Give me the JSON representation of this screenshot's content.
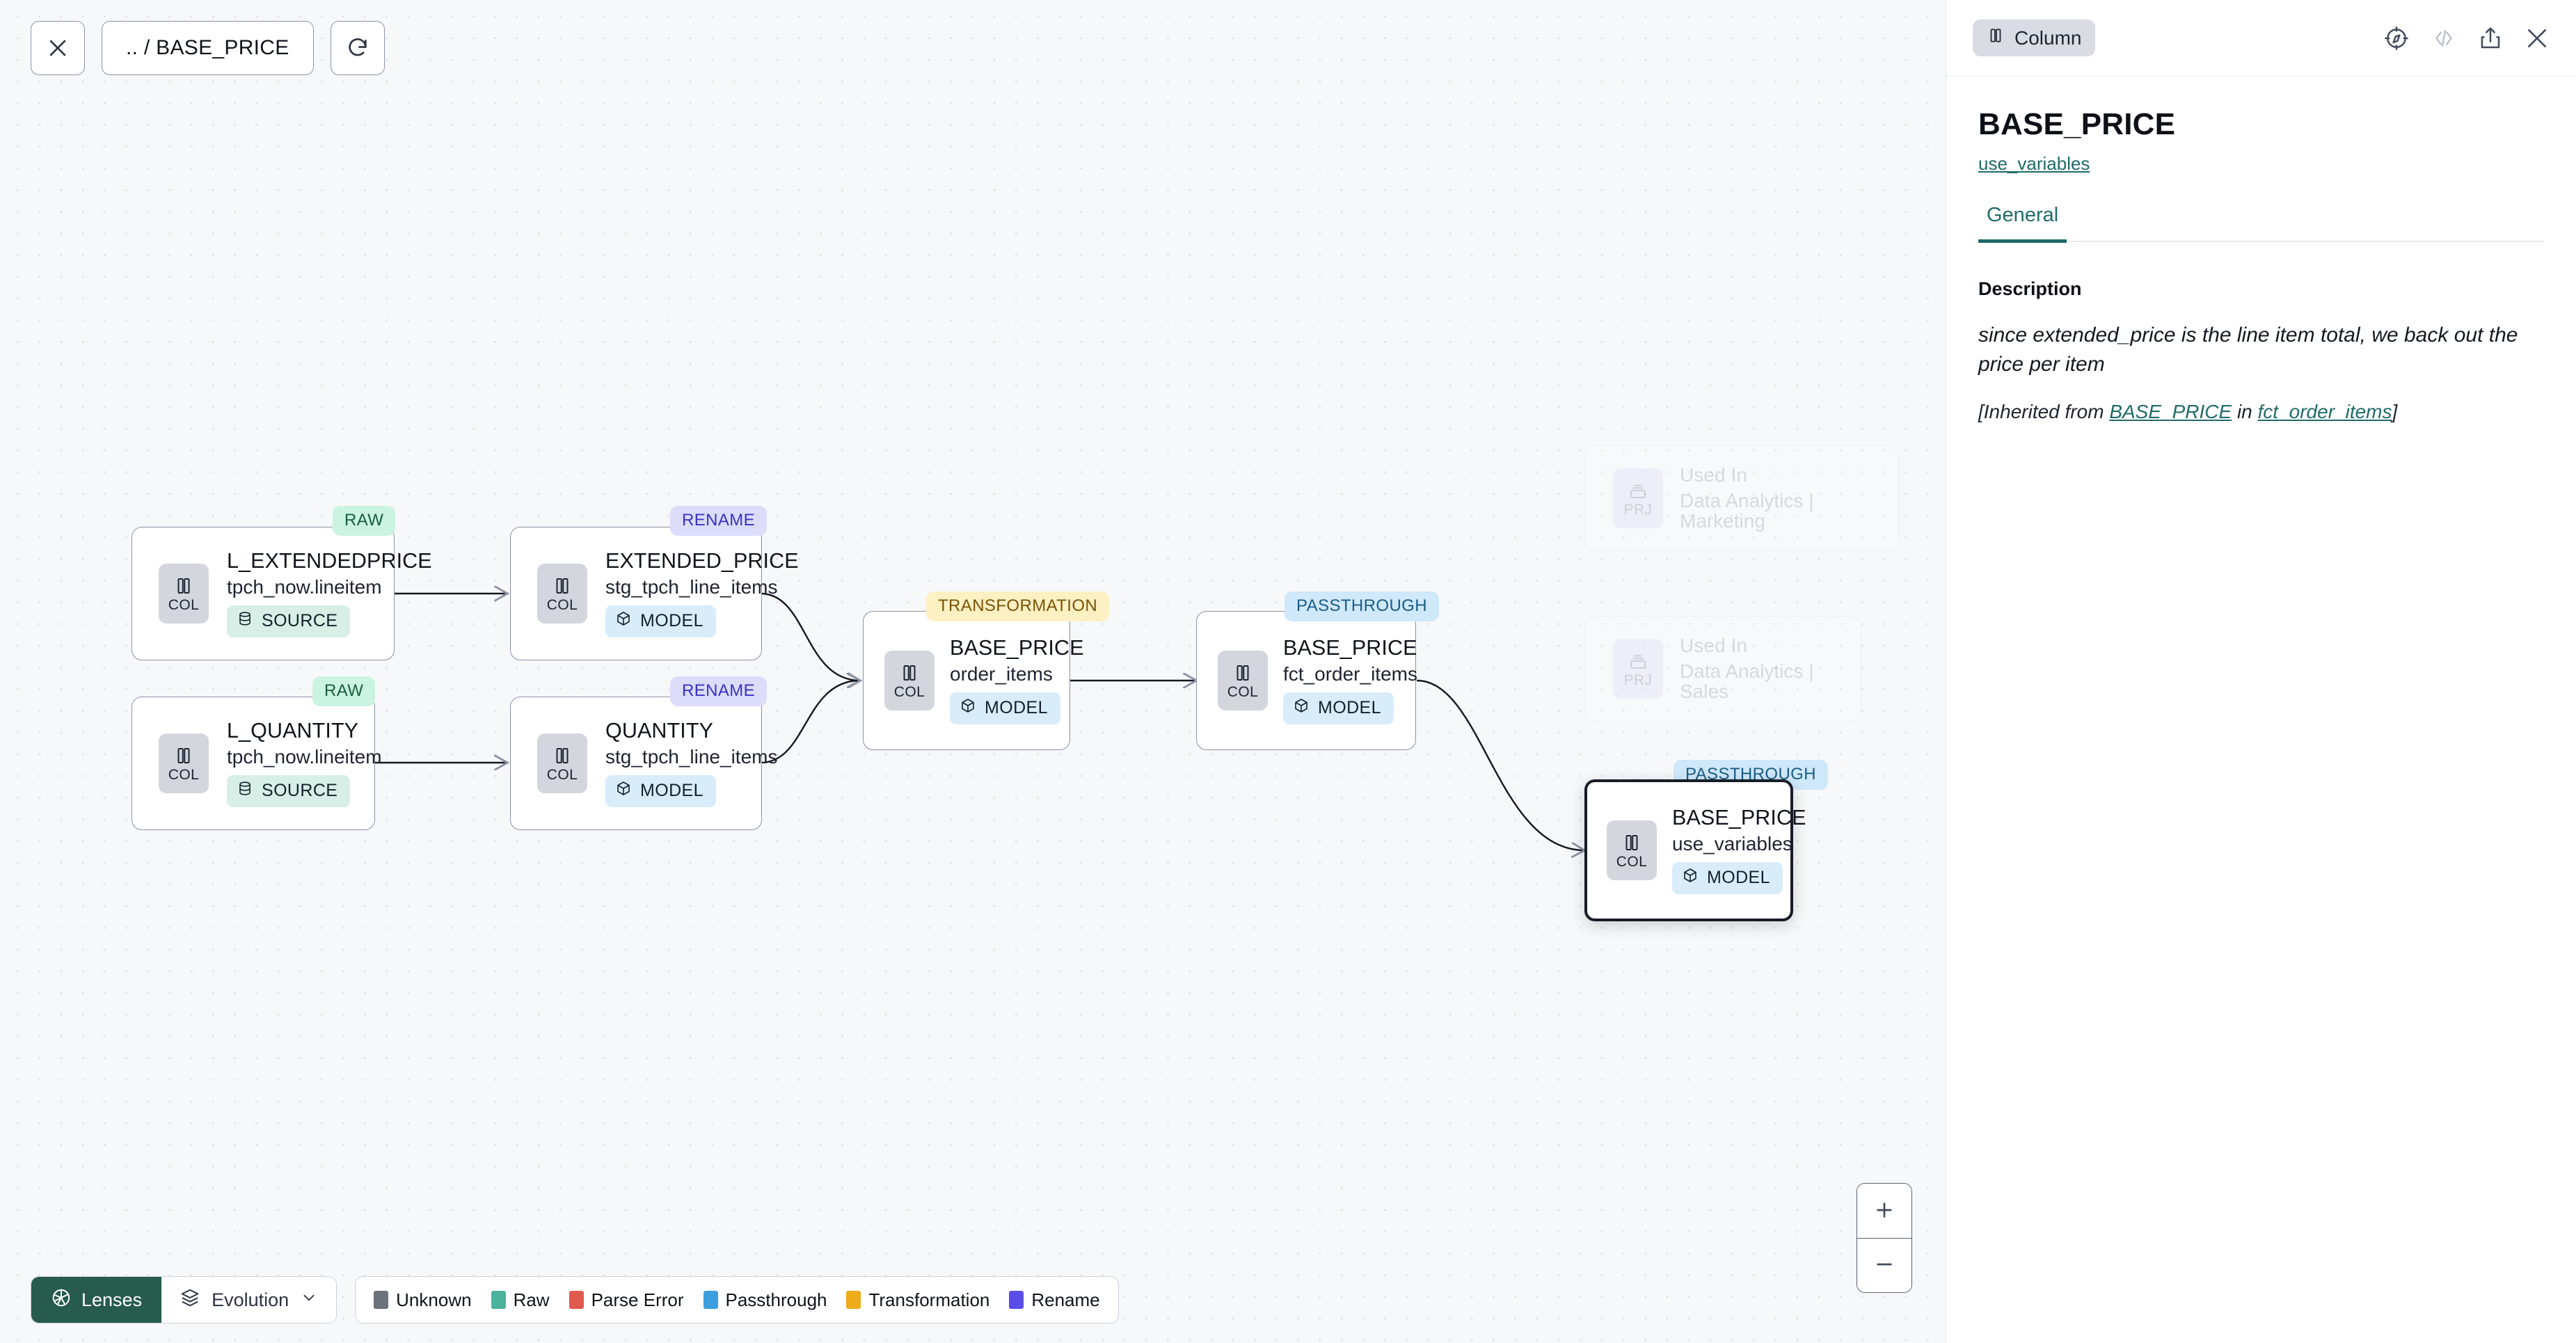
{
  "toolbar": {
    "close_icon": "close-icon",
    "breadcrumb": ".. / BASE_PRICE",
    "refresh_icon": "refresh-icon"
  },
  "graph": {
    "nodes": [
      {
        "id": "l_extendedprice",
        "title": "L_EXTENDEDPRICE",
        "subtitle": "tpch_now.lineitem",
        "tile": "COL",
        "pill": "SOURCE",
        "pill_kind": "source",
        "tag": "RAW",
        "tag_kind": "raw"
      },
      {
        "id": "l_quantity",
        "title": "L_QUANTITY",
        "subtitle": "tpch_now.lineitem",
        "tile": "COL",
        "pill": "SOURCE",
        "pill_kind": "source",
        "tag": "RAW",
        "tag_kind": "raw"
      },
      {
        "id": "extended_price",
        "title": "EXTENDED_PRICE",
        "subtitle": "stg_tpch_line_items",
        "tile": "COL",
        "pill": "MODEL",
        "pill_kind": "model",
        "tag": "RENAME",
        "tag_kind": "rename"
      },
      {
        "id": "quantity",
        "title": "QUANTITY",
        "subtitle": "stg_tpch_line_items",
        "tile": "COL",
        "pill": "MODEL",
        "pill_kind": "model",
        "tag": "RENAME",
        "tag_kind": "rename"
      },
      {
        "id": "base_price_order_items",
        "title": "BASE_PRICE",
        "subtitle": "order_items",
        "tile": "COL",
        "pill": "MODEL",
        "pill_kind": "model",
        "tag": "TRANSFORMATION",
        "tag_kind": "transformation"
      },
      {
        "id": "base_price_fct_order_items",
        "title": "BASE_PRICE",
        "subtitle": "fct_order_items",
        "tile": "COL",
        "pill": "MODEL",
        "pill_kind": "model",
        "tag": "PASSTHROUGH",
        "tag_kind": "passthrough"
      },
      {
        "id": "base_price_use_variables",
        "title": "BASE_PRICE",
        "subtitle": "use_variables",
        "tile": "COL",
        "pill": "MODEL",
        "pill_kind": "model",
        "tag": "PASSTHROUGH",
        "tag_kind": "passthrough",
        "selected": true
      }
    ],
    "ghost_nodes": [
      {
        "id": "used_in_marketing",
        "title": "Used In",
        "subtitle": "Data Analytics | Marketing",
        "tile": "PRJ"
      },
      {
        "id": "used_in_sales",
        "title": "Used In",
        "subtitle": "Data Analytics | Sales",
        "tile": "PRJ"
      }
    ]
  },
  "zoom_controls": {
    "zoom_in": "+",
    "zoom_out": "−"
  },
  "bottom_bar": {
    "lenses_label": "Lenses",
    "evolution_label": "Evolution",
    "legend": [
      {
        "label": "Unknown",
        "color": "#6d717a"
      },
      {
        "label": "Raw",
        "color": "#4bb39b"
      },
      {
        "label": "Parse Error",
        "color": "#e05a4f"
      },
      {
        "label": "Passthrough",
        "color": "#3e9fe0"
      },
      {
        "label": "Transformation",
        "color": "#eeab1b"
      },
      {
        "label": "Rename",
        "color": "#5b4de8"
      }
    ]
  },
  "panel": {
    "kind_chip": "Column",
    "icons": {
      "compass": "compass-icon",
      "code": "code-icon",
      "share": "share-icon",
      "close": "close-icon"
    },
    "title": "BASE_PRICE",
    "model_link": "use_variables",
    "tabs": [
      {
        "label": "General",
        "active": true
      }
    ],
    "description_label": "Description",
    "description": "since extended_price is the line item total, we back out the price per item",
    "inherited_prefix": "[Inherited from ",
    "inherited_column": "BASE_PRICE",
    "inherited_mid": " in ",
    "inherited_model": "fct_order_items",
    "inherited_suffix": "]"
  },
  "colors": {
    "accent": "#1f6b68",
    "lenses_bg": "#265b4e",
    "selected_border": "#171c26"
  }
}
